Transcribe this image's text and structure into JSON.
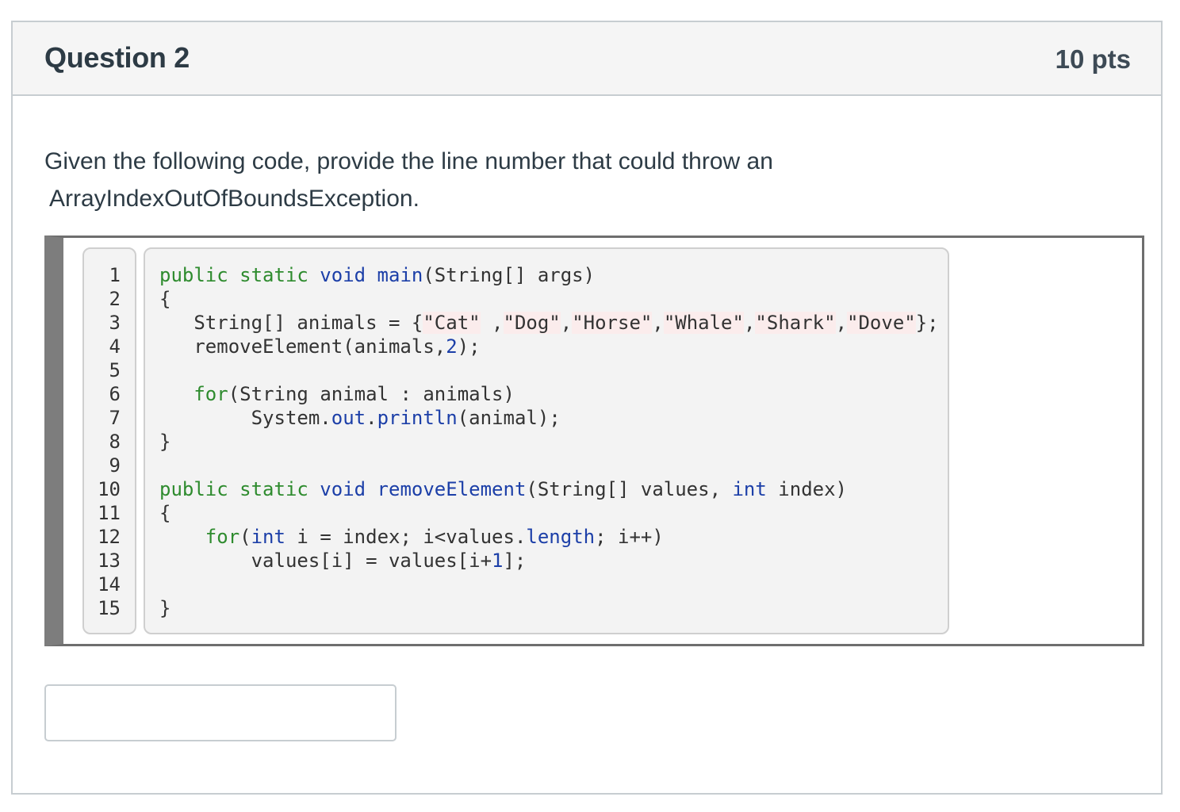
{
  "question": {
    "title": "Question 2",
    "points": "10 pts",
    "text_line1": "Given the following code, provide the line number that could throw an",
    "text_line2": "ArrayIndexOutOfBoundsException."
  },
  "code": {
    "line_numbers": [
      "1",
      "2",
      "3",
      "4",
      "5",
      "6",
      "7",
      "8",
      "9",
      "10",
      "11",
      "12",
      "13",
      "14",
      "15"
    ],
    "lines": [
      [
        {
          "t": "public static ",
          "c": "kw-green"
        },
        {
          "t": "void ",
          "c": "kw-blue"
        },
        {
          "t": "main",
          "c": "fn-blue"
        },
        {
          "t": "(String[] args)",
          "c": ""
        }
      ],
      [
        {
          "t": "{",
          "c": ""
        }
      ],
      [
        {
          "t": "   String[] animals = {",
          "c": ""
        },
        {
          "t": "\"Cat\"",
          "c": "str"
        },
        {
          "t": " ,",
          "c": ""
        },
        {
          "t": "\"Dog\"",
          "c": "str"
        },
        {
          "t": ",",
          "c": ""
        },
        {
          "t": "\"Horse\"",
          "c": "str"
        },
        {
          "t": ",",
          "c": ""
        },
        {
          "t": "\"Whale\"",
          "c": "str"
        },
        {
          "t": ",",
          "c": ""
        },
        {
          "t": "\"Shark\"",
          "c": "str"
        },
        {
          "t": ",",
          "c": ""
        },
        {
          "t": "\"Dove\"",
          "c": "str"
        },
        {
          "t": "};",
          "c": ""
        }
      ],
      [
        {
          "t": "   removeElement(animals,",
          "c": ""
        },
        {
          "t": "2",
          "c": "num"
        },
        {
          "t": ");",
          "c": ""
        }
      ],
      [
        {
          "t": "",
          "c": ""
        }
      ],
      [
        {
          "t": "   ",
          "c": ""
        },
        {
          "t": "for",
          "c": "kw-green"
        },
        {
          "t": "(String animal : animals)",
          "c": ""
        }
      ],
      [
        {
          "t": "        System.",
          "c": ""
        },
        {
          "t": "out",
          "c": "fn-blue"
        },
        {
          "t": ".",
          "c": ""
        },
        {
          "t": "println",
          "c": "fn-blue"
        },
        {
          "t": "(animal);",
          "c": ""
        }
      ],
      [
        {
          "t": "}",
          "c": ""
        }
      ],
      [
        {
          "t": "",
          "c": ""
        }
      ],
      [
        {
          "t": "public static ",
          "c": "kw-green"
        },
        {
          "t": "void ",
          "c": "kw-blue"
        },
        {
          "t": "removeElement",
          "c": "fn-blue"
        },
        {
          "t": "(String[] values, ",
          "c": ""
        },
        {
          "t": "int",
          "c": "kw-blue"
        },
        {
          "t": " index)",
          "c": ""
        }
      ],
      [
        {
          "t": "{",
          "c": ""
        }
      ],
      [
        {
          "t": "    ",
          "c": ""
        },
        {
          "t": "for",
          "c": "kw-green"
        },
        {
          "t": "(",
          "c": ""
        },
        {
          "t": "int",
          "c": "kw-blue"
        },
        {
          "t": " i = index; i<values.",
          "c": ""
        },
        {
          "t": "length",
          "c": "fn-blue"
        },
        {
          "t": "; i++)",
          "c": ""
        }
      ],
      [
        {
          "t": "        values[i] = values[i+",
          "c": ""
        },
        {
          "t": "1",
          "c": "num"
        },
        {
          "t": "];",
          "c": ""
        }
      ],
      [
        {
          "t": "",
          "c": ""
        }
      ],
      [
        {
          "t": "}",
          "c": ""
        }
      ]
    ]
  },
  "answer": {
    "value": "",
    "placeholder": ""
  }
}
